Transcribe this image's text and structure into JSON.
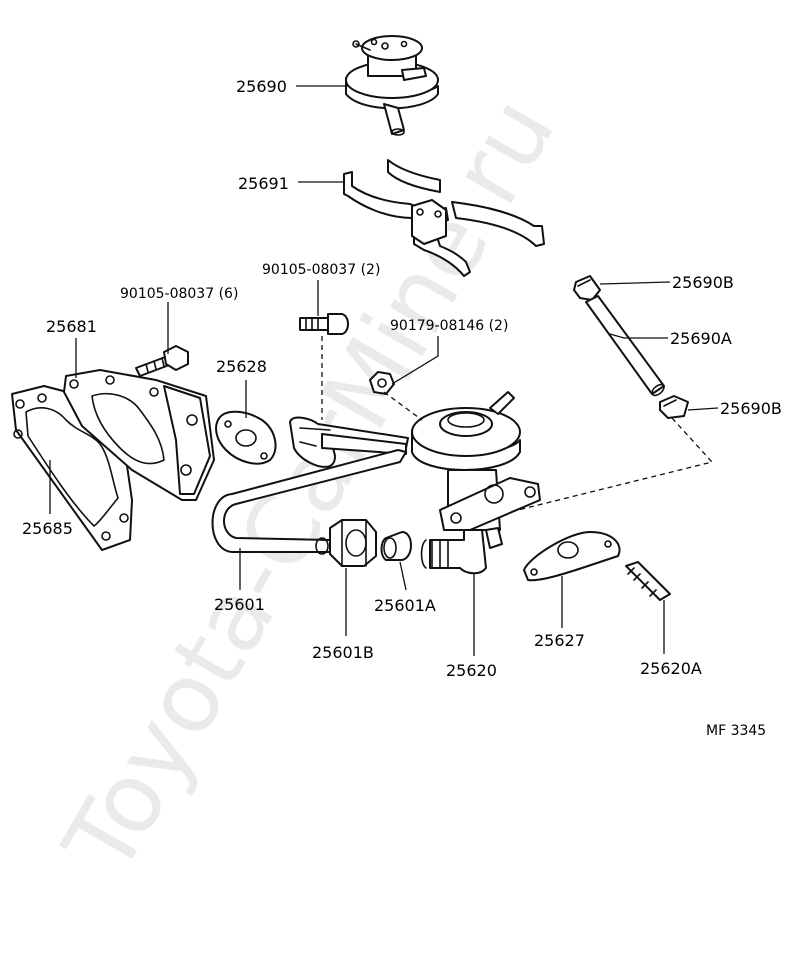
{
  "watermark": "Toyota-CarMine.ru",
  "drawing_code": "MF  3345",
  "labels": {
    "p25690": "25690",
    "p25691": "25691",
    "p25690B_top": "25690B",
    "p25690A": "25690A",
    "p25690B_bot": "25690B",
    "bolt6": "90105-08037 (6)",
    "bolt2": "90105-08037 (2)",
    "nut2": "90179-08146 (2)",
    "p25681": "25681",
    "p25628": "25628",
    "p25685": "25685",
    "p25601": "25601",
    "p25601A": "25601A",
    "p25601B": "25601B",
    "p25620": "25620",
    "p25627": "25627",
    "p25620A": "25620A"
  }
}
